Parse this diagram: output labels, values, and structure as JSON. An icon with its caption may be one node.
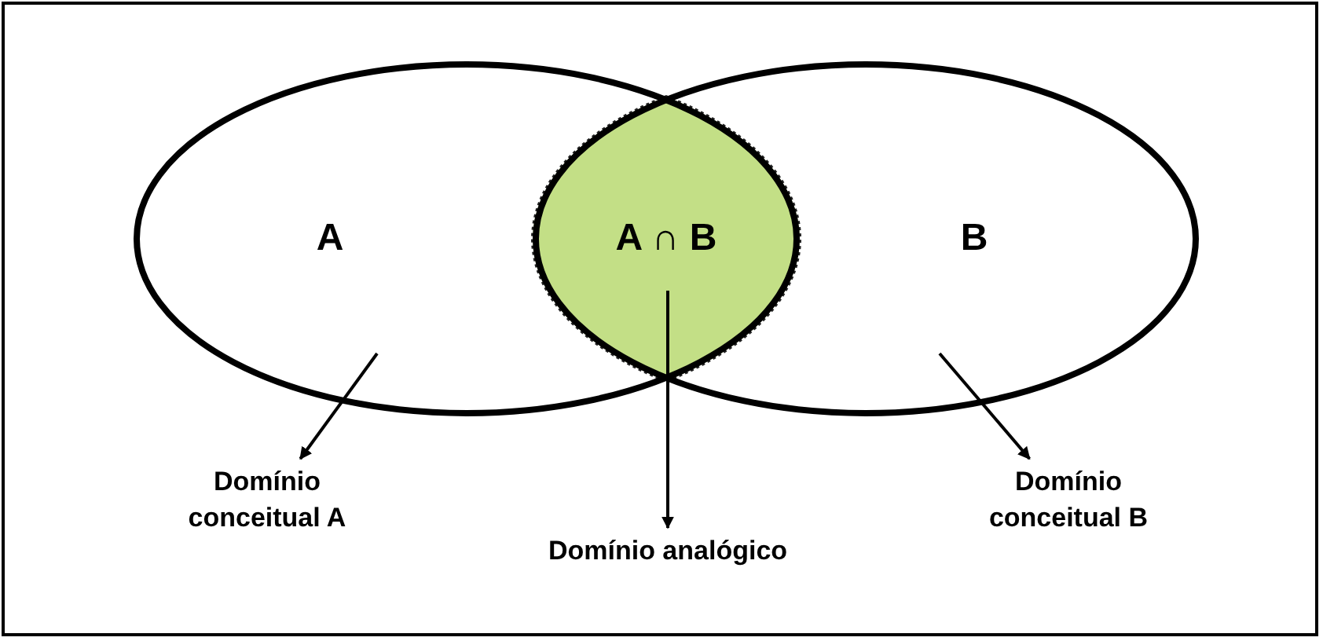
{
  "diagram": {
    "nodes": [
      {
        "text": [
          "A"
        ]
      },
      {
        "text": [
          "A ∩ B"
        ]
      },
      {
        "text": [
          "B"
        ]
      },
      {
        "text": [
          "Domínio conceitual A"
        ]
      },
      {
        "text": [
          "Domínio analógico"
        ]
      },
      {
        "text": [
          "Domínio conceitual B"
        ]
      }
    ],
    "edges": [
      {
        "from": 0,
        "to": 3,
        "arrow": "to"
      },
      {
        "from": 1,
        "to": 4,
        "arrow": "to"
      },
      {
        "from": 2,
        "to": 5,
        "arrow": "to"
      }
    ]
  }
}
